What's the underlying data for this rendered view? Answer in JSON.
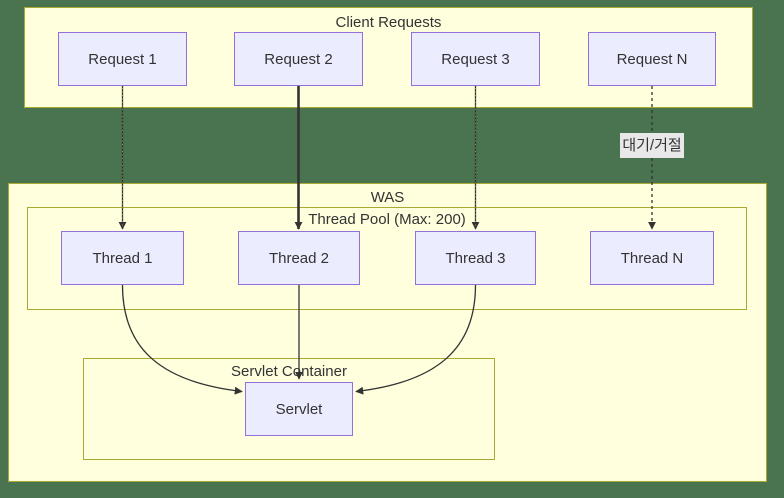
{
  "diagram": {
    "colors": {
      "page_bg": "#4a7450",
      "cluster_fill": "#ffffde",
      "cluster_border": "#aaaa33",
      "node_fill": "#ececff",
      "node_border": "#9370db",
      "edge_color": "#333333",
      "text_color": "#333333",
      "edge_label_bg": "#e8e8e8"
    },
    "client_requests": {
      "title": "Client Requests",
      "nodes": [
        {
          "label": "Request 1"
        },
        {
          "label": "Request 2"
        },
        {
          "label": "Request 3"
        },
        {
          "label": "Request N"
        }
      ]
    },
    "was": {
      "title": "WAS",
      "thread_pool": {
        "title": "Thread Pool (Max: 200)",
        "nodes": [
          {
            "label": "Thread 1"
          },
          {
            "label": "Thread 2"
          },
          {
            "label": "Thread 3"
          },
          {
            "label": "Thread N"
          }
        ]
      },
      "servlet_container": {
        "title": "Servlet Container",
        "servlet": {
          "label": "Servlet"
        }
      }
    },
    "edges": {
      "wait_reject_label": "대기/거절"
    }
  }
}
